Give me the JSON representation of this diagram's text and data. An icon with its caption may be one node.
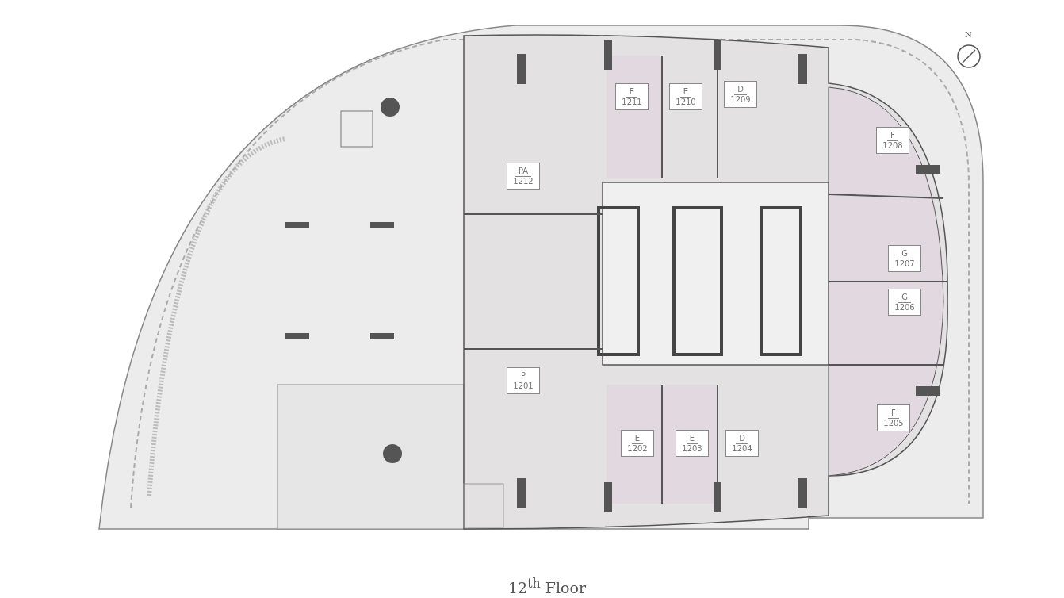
{
  "diagram": {
    "caption": "12$^{th}$ Floor",
    "nodes": [
      {
        "text": [
          "E",
          "1211"
        ]
      },
      {
        "text": [
          "E",
          "1210"
        ]
      },
      {
        "text": [
          "D",
          "1209"
        ]
      },
      {
        "text": [
          "F",
          "1208"
        ]
      },
      {
        "text": [
          "PA",
          "1212"
        ]
      },
      {
        "text": [
          "G",
          "1207"
        ]
      },
      {
        "text": [
          "G",
          "1206"
        ]
      },
      {
        "text": [
          "P",
          "1201"
        ]
      },
      {
        "text": [
          "F",
          "1205"
        ]
      },
      {
        "text": [
          "E",
          "1202"
        ]
      },
      {
        "text": [
          "E",
          "1203"
        ]
      },
      {
        "text": [
          "D",
          "1204"
        ]
      }
    ],
    "edges": [],
    "labels": [
      "N"
    ]
  }
}
